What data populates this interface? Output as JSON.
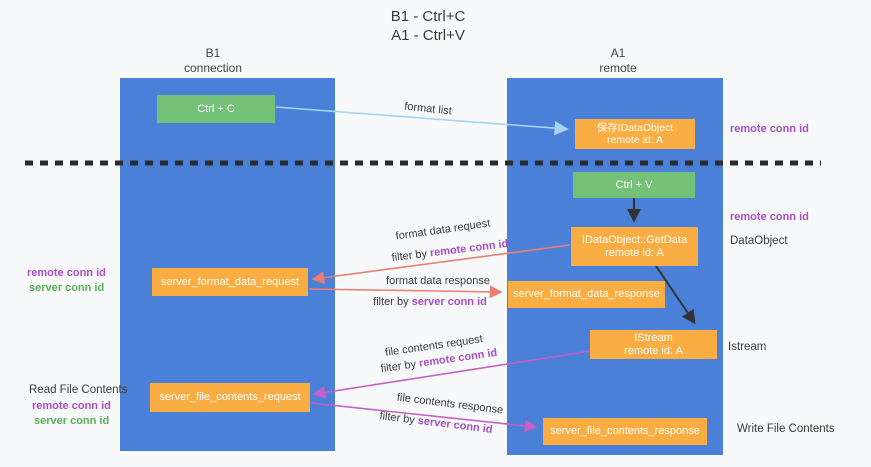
{
  "title": {
    "line1": "B1 - Ctrl+C",
    "line2": "A1 - Ctrl+V"
  },
  "columns": {
    "left": {
      "name": "B1",
      "role": "connection"
    },
    "right": {
      "name": "A1",
      "role": "remote"
    }
  },
  "boxes": {
    "ctrl_c": {
      "label": "Ctrl + C"
    },
    "save_dataobject": {
      "line1": "保存IDataObject",
      "line2": "remote id: A"
    },
    "ctrl_v": {
      "label": "Ctrl + V"
    },
    "getdata": {
      "line1": "IDataObject::GetData",
      "line2": "remote id: A"
    },
    "format_request": {
      "label": "server_format_data_request"
    },
    "format_response": {
      "label": "server_format_data_response"
    },
    "istream": {
      "line1": "IStream",
      "line2": "remote id: A"
    },
    "file_request": {
      "label": "server_file_contents_request"
    },
    "file_response": {
      "label": "server_file_contents_response"
    }
  },
  "edge_labels": {
    "format_list": "format list",
    "format_data_request": {
      "line1": "format data request",
      "prefix": "filter by ",
      "highlight": "remote conn id"
    },
    "format_data_response": {
      "line1": "format data response",
      "prefix": "filter by ",
      "highlight": "server conn id"
    },
    "file_contents_request": {
      "line1": "file contents request",
      "prefix": "filter by ",
      "highlight": "remote conn id"
    },
    "file_contents_response": {
      "line1": "file contents response",
      "prefix": "filter by ",
      "highlight": "server conn id"
    }
  },
  "side_labels": {
    "right_remote_conn_id_top": "remote conn id",
    "right_remote_conn_id_mid": "remote conn id",
    "dataobject": "DataObject",
    "istream": "Istream",
    "write_file_contents": "Write File Contents",
    "left_remote_conn_id_1": "remote conn id",
    "left_server_conn_id_1": "server conn id",
    "read_file_contents": "Read File Contents",
    "left_remote_conn_id_2": "remote conn id",
    "left_server_conn_id_2": "server conn id"
  },
  "colors": {
    "column_blue": "#4a80d8",
    "box_orange": "#f9ad42",
    "box_green": "#74c177",
    "purple_text": "#a74fc6",
    "green_text": "#57b257",
    "arrow_salmon": "#ed7d72",
    "arrow_magenta": "#c65fc7",
    "arrow_lightblue": "#a6d5f2",
    "arrow_black": "#333333",
    "dashed_line": "#2b2b2b"
  }
}
